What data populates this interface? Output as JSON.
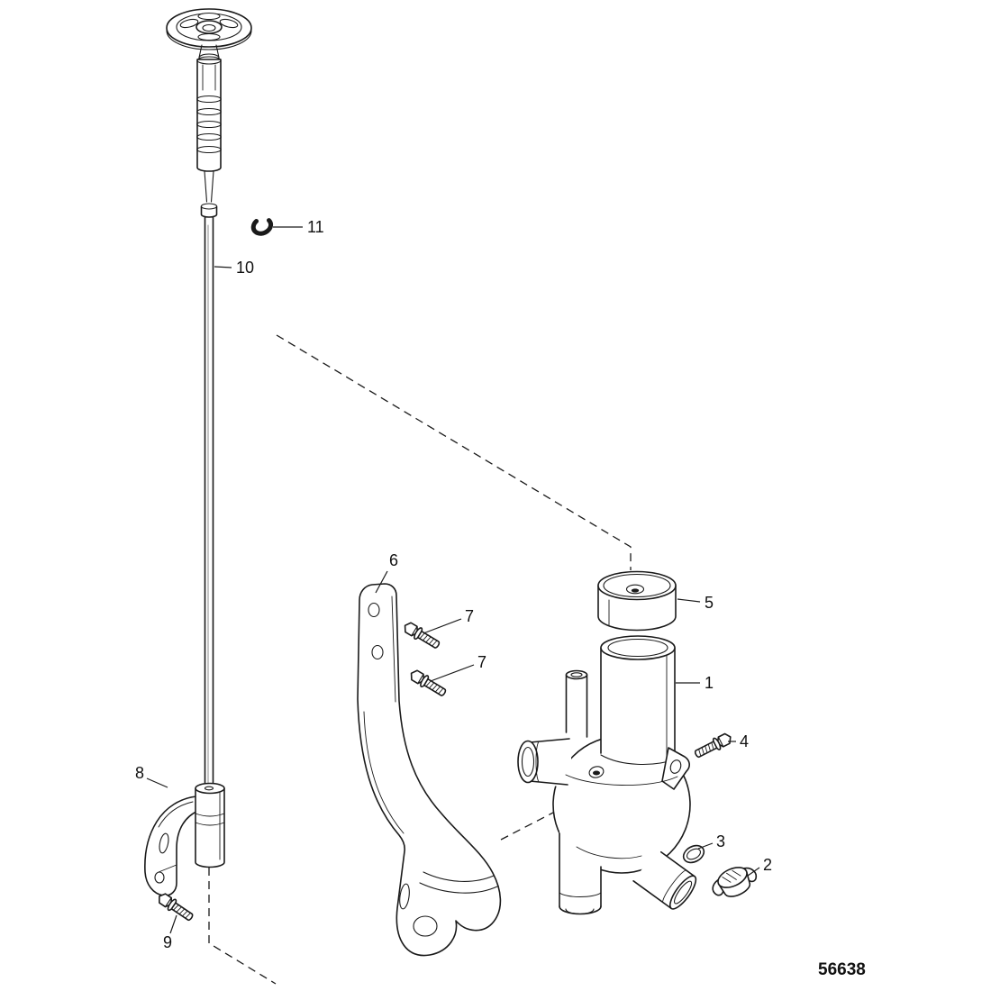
{
  "diagram": {
    "background": "#ffffff",
    "line_color": "#1a1a1a",
    "drawing_number": "56638",
    "callouts": {
      "c1": {
        "label": "1"
      },
      "c2": {
        "label": "2"
      },
      "c3": {
        "label": "3"
      },
      "c4": {
        "label": "4"
      },
      "c5": {
        "label": "5"
      },
      "c6": {
        "label": "6"
      },
      "c7a": {
        "label": "7"
      },
      "c7b": {
        "label": "7"
      },
      "c8": {
        "label": "8"
      },
      "c9": {
        "label": "9"
      },
      "c10": {
        "label": "10"
      },
      "c11": {
        "label": "11"
      }
    }
  }
}
